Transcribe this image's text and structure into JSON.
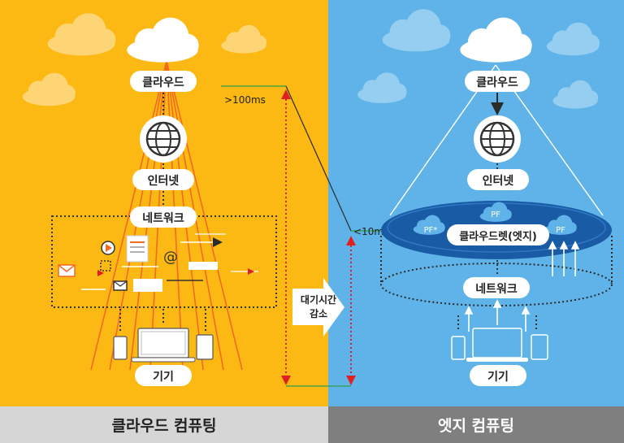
{
  "colors": {
    "left_bg": "#FDB913",
    "right_bg": "#5FB3E8",
    "left_footer": "#D6D6D6",
    "right_footer": "#7F7F7F",
    "ray": "#F26A21",
    "edge_disc": "#1A5BA6",
    "dark": "#2B2B2B",
    "red_arrow": "#E02020",
    "green_line": "#2EA04A"
  },
  "left": {
    "cloud_label": "클라우드",
    "internet_label": "인터넷",
    "network_label": "네트워크",
    "device_label": "기기",
    "latency": ">100ms",
    "footer": "클라우드 컴퓨팅",
    "globe_icon": "globe-icon",
    "laptop_icon": "laptop-icon",
    "phone_icon": "phone-icon",
    "tablet_icon": "tablet-icon",
    "mail_icon": "mail-icon",
    "document_icon": "document-icon",
    "at_symbol": "@"
  },
  "right": {
    "cloud_label": "클라우드",
    "internet_label": "인터넷",
    "cloudlet_label": "클라우드렛(엣지)",
    "network_label": "네트워크",
    "device_label": "기기",
    "latency": "<10ms",
    "pf_labels": [
      "PF*",
      "PF",
      "PF"
    ],
    "footer": "엣지 컴퓨팅",
    "globe_icon": "globe-icon",
    "laptop_icon": "laptop-icon"
  },
  "middle": {
    "reduce_label_line1": "대기시간",
    "reduce_label_line2": "감소"
  }
}
